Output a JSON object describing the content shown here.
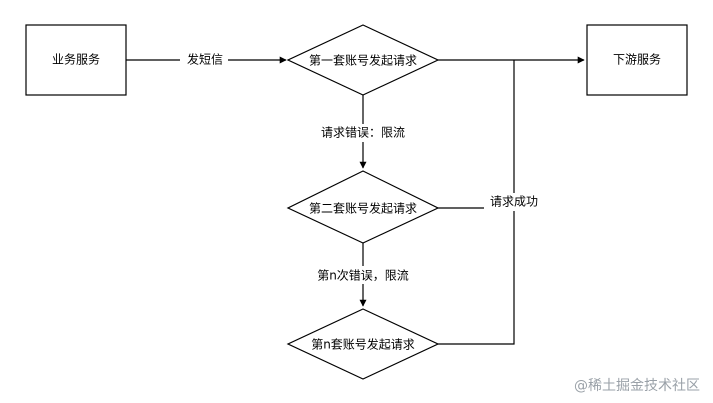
{
  "nodes": {
    "business_service": "业务服务",
    "first_account": "第一套账号发起请求",
    "downstream_service": "下游服务",
    "second_account": "第二套账号发起请求",
    "nth_account": "第n套账号发起请求"
  },
  "edges": {
    "send_sms": "发短信",
    "error_first": "请求错误：限流",
    "error_nth": "第n次错误，限流",
    "success": "请求成功"
  },
  "watermark": "@稀土掘金技术社区",
  "colors": {
    "stroke": "#000000",
    "text": "#000000",
    "watermark": "#9aa1a8",
    "background": "#ffffff"
  }
}
